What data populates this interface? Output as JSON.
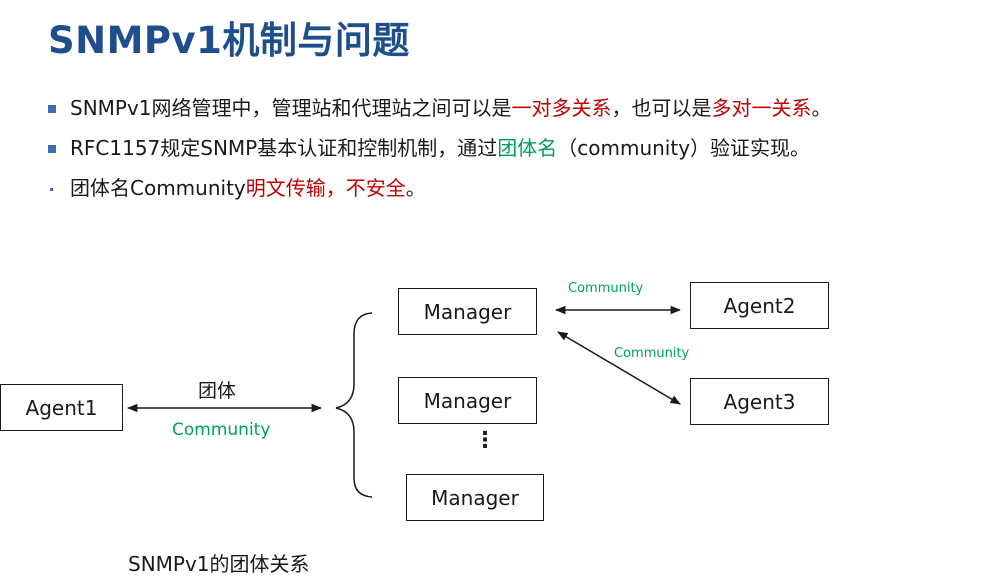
{
  "title": "SNMPv1机制与问题",
  "bullets": [
    {
      "pre": "SNMPv1网络管理中，管理站和代理站之间可以是",
      "hl1": "一对多关系",
      "mid": "，也可以是",
      "hl2": "多对一关系",
      "post": "。"
    },
    {
      "pre": "RFC1157规定SNMP基本认证和控制机制，通过",
      "hl1": "团体名",
      "post": "（community）验证实现。"
    },
    {
      "pre": "团体名Community",
      "hl1": "明文传输，不安全",
      "post": "。"
    }
  ],
  "diagram": {
    "agent1": "Agent1",
    "agent2": "Agent2",
    "agent3": "Agent3",
    "manager1": "Manager",
    "manager2": "Manager",
    "manager3": "Manager",
    "ellipsis": "⋮",
    "left_label_top": "团体",
    "left_label_bottom": "Community",
    "right_label_1": "Community",
    "right_label_2": "Community"
  },
  "caption": "SNMPv1的团体关系",
  "colors": {
    "title": "#1f4e8c",
    "highlight_red": "#c00000",
    "highlight_green": "#00a05a",
    "bullet": "#3c6fb4"
  }
}
